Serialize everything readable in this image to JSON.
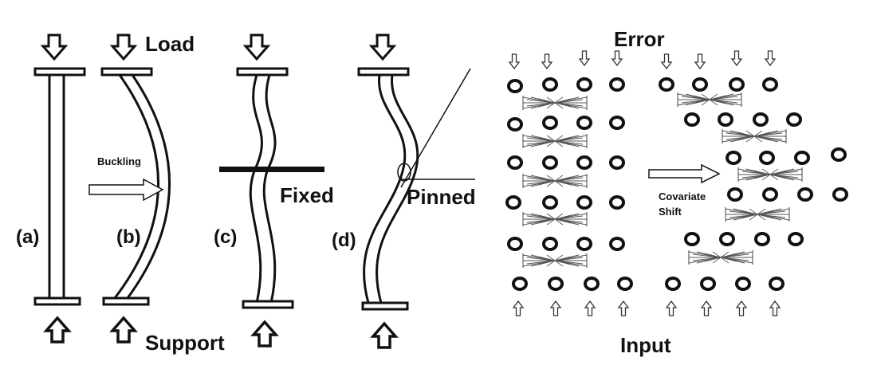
{
  "labels": {
    "load": "Load",
    "support": "Support",
    "buckling": "Buckling",
    "fixed": "Fixed",
    "pinned": "Pinned",
    "error": "Error",
    "input": "Input",
    "covariate_shift_line1": "Covariate",
    "covariate_shift_line2": "Shift"
  },
  "panels": {
    "a": "(a)",
    "b": "(b)",
    "c": "(c)",
    "d": "(d)"
  },
  "colors": {
    "ink": "#111111",
    "background": "#ffffff"
  },
  "icons": {
    "load_arrow": "down-arrow-icon",
    "support_arrow": "up-arrow-icon",
    "buckling_arrow": "right-arrow-icon",
    "neuron": "circle-node-icon"
  }
}
